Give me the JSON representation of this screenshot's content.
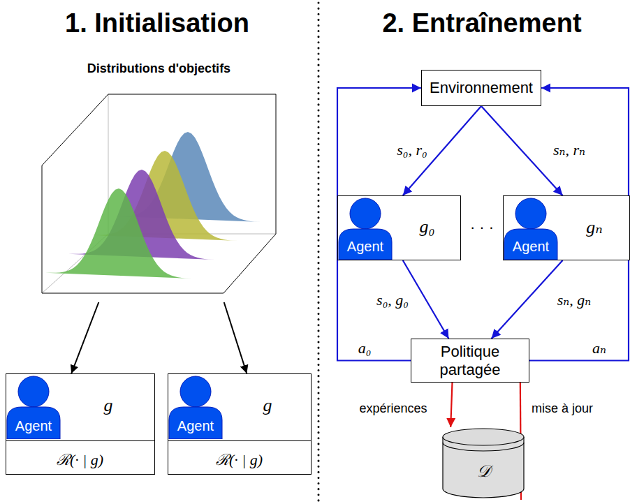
{
  "diagram": {
    "nodes": [
      {
        "text": [
          "Distributions d'objectifs"
        ]
      },
      {
        "text": [
          "Agent",
          "g"
        ]
      },
      {
        "text": [
          "ℛ(· | g)"
        ],
        "in": 1
      },
      {
        "text": [
          "Agent",
          "g"
        ]
      },
      {
        "text": [
          "ℛ(· | g)"
        ],
        "in": 3
      },
      {
        "text": [
          "Environnement"
        ]
      },
      {
        "text": [
          "Agent",
          "g₀"
        ]
      },
      {
        "text": [
          "Agent",
          "gₙ"
        ]
      },
      {
        "text": [
          "Politique partagée"
        ]
      },
      {
        "text": [
          "𝒟"
        ]
      }
    ],
    "edges": [
      {
        "from": 0,
        "to": 1,
        "arrow": "to"
      },
      {
        "from": 0,
        "to": 3,
        "arrow": "to"
      },
      {
        "from": 5,
        "to": 6,
        "label": "s₀, r₀",
        "arrow": "to"
      },
      {
        "from": 5,
        "to": 7,
        "label": "sₙ, rₙ",
        "arrow": "to"
      },
      {
        "from": 6,
        "to": 8,
        "label": "s₀, g₀",
        "arrow": "to"
      },
      {
        "from": 7,
        "to": 8,
        "label": "sₙ, gₙ",
        "arrow": "to"
      },
      {
        "from": 8,
        "to": 5,
        "label": "a₀",
        "arrow": "to"
      },
      {
        "from": 8,
        "to": 5,
        "label": "aₙ",
        "arrow": "to"
      },
      {
        "from": 8,
        "to": 9,
        "label": "expériences",
        "arrow": "to"
      },
      {
        "from": 9,
        "to": 8,
        "label": "mise à jour",
        "arrow": "to"
      }
    ],
    "labels": [
      "1. Initialisation",
      "2. Entraînement",
      "· · ·"
    ]
  }
}
